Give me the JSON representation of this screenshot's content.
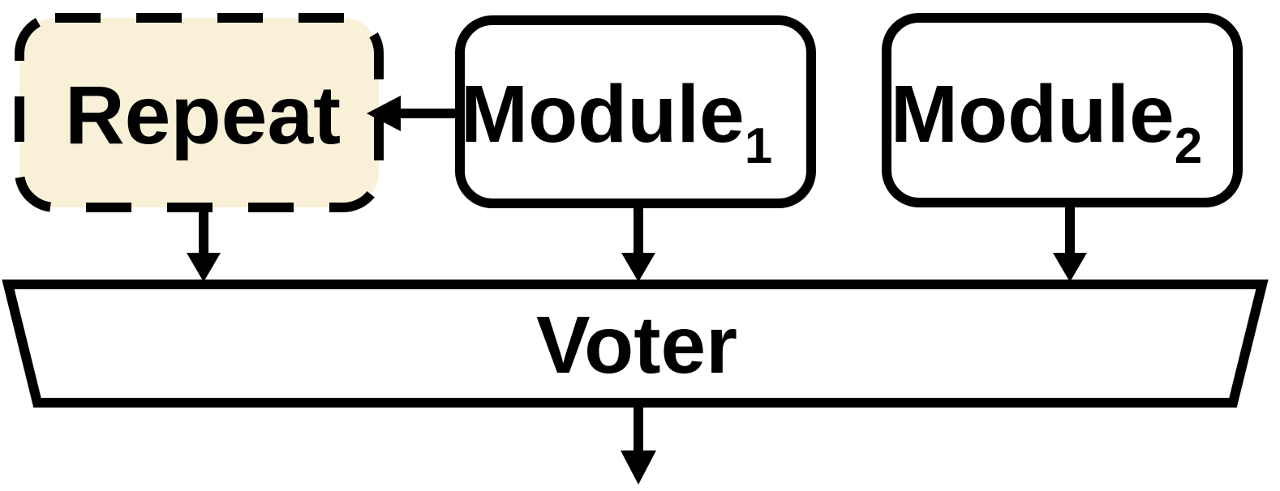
{
  "colors": {
    "stroke": "#000000",
    "repeat_fill": "#f8f1d8",
    "box_fill": "#ffffff",
    "background": "#ffffff"
  },
  "nodes": {
    "repeat": {
      "label": "Repeat",
      "style": "dashed"
    },
    "module1": {
      "label": "Module",
      "subscript": "1",
      "style": "solid"
    },
    "module2": {
      "label": "Module",
      "subscript": "2",
      "style": "solid"
    },
    "voter": {
      "label": "Voter",
      "shape": "trapezoid"
    }
  },
  "edges": [
    {
      "from": "module1",
      "to": "repeat"
    },
    {
      "from": "repeat",
      "to": "voter"
    },
    {
      "from": "module1",
      "to": "voter"
    },
    {
      "from": "module2",
      "to": "voter"
    },
    {
      "from": "voter",
      "to": "output"
    }
  ]
}
